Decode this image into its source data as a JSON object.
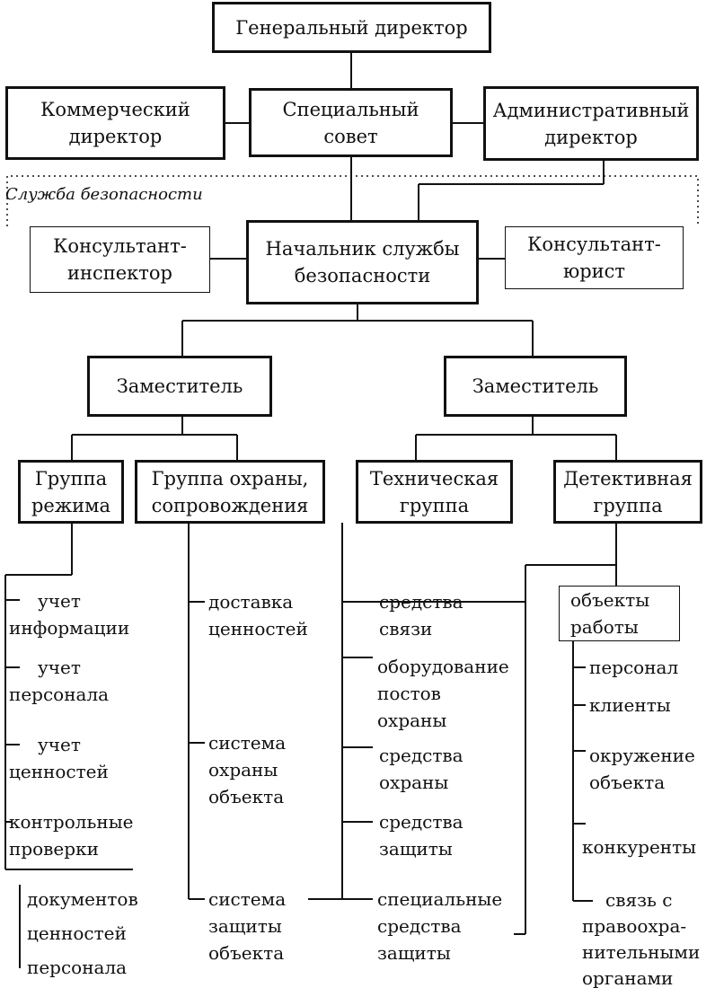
{
  "diagram": {
    "top": {
      "general_director": "Генеральный директор",
      "commercial_director": [
        "Коммерческий",
        "директор"
      ],
      "special_council": [
        "Специальный",
        "совет"
      ],
      "admin_director": [
        "Административный",
        "директор"
      ]
    },
    "security_service_label": "Служба безопасности",
    "security": {
      "consultant_inspector": [
        "Консультант-",
        "инспектор"
      ],
      "head": [
        "Начальник службы",
        "безопасности"
      ],
      "consultant_lawyer": [
        "Консультант-",
        "юрист"
      ]
    },
    "deputies": {
      "left": "Заместитель",
      "right": "Заместитель"
    },
    "groups": {
      "regime": [
        "Группа",
        "режима"
      ],
      "guard": [
        "Группа охраны,",
        "сопровождения"
      ],
      "technical": [
        "Техническая",
        "группа"
      ],
      "detective": [
        "Детективная",
        "группа"
      ]
    },
    "regime_items": [
      [
        "учет",
        "информации"
      ],
      [
        "учет",
        "персонала"
      ],
      [
        "учет",
        "ценностей"
      ],
      [
        "контрольные",
        "проверки"
      ]
    ],
    "regime_sub_items": [
      "документов",
      "ценностей",
      "персонала"
    ],
    "guard_items": [
      [
        "доставка",
        "ценностей"
      ],
      [
        "система",
        "охраны",
        "объекта"
      ],
      [
        "система",
        "защиты",
        "объекта"
      ]
    ],
    "technical_items": [
      [
        "средства",
        "связи"
      ],
      [
        "оборудование",
        "постов",
        "охраны"
      ],
      [
        "средства",
        "охраны"
      ],
      [
        "средства",
        "защиты"
      ],
      [
        "специальные",
        "средства",
        "защиты"
      ]
    ],
    "detective_objects": [
      "объекты",
      "работы"
    ],
    "detective_items": [
      [
        "персонал"
      ],
      [
        "клиенты"
      ],
      [
        "окружение",
        "объекта"
      ],
      [
        "конкуренты"
      ],
      [
        "связь с",
        "правоохра-",
        "нительными",
        "органами"
      ]
    ]
  }
}
